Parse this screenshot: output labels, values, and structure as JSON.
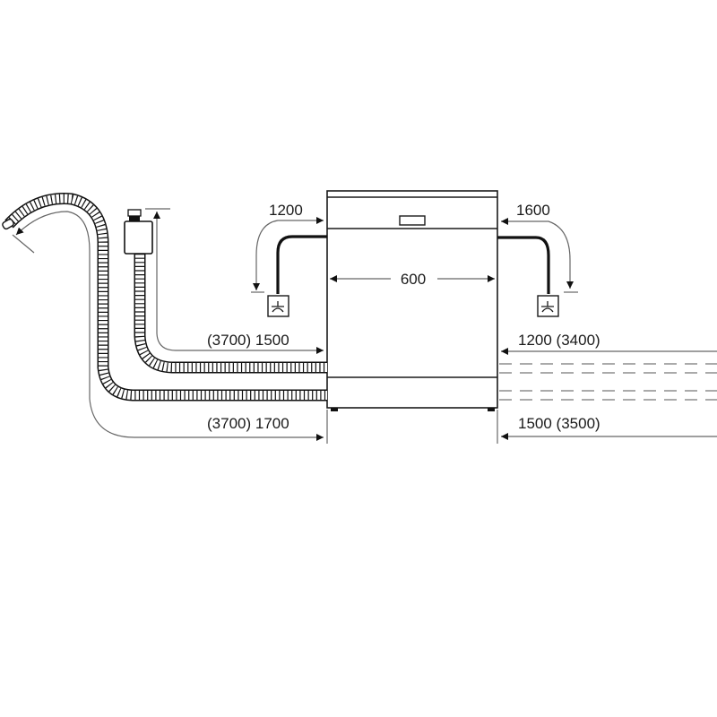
{
  "diagram": {
    "appliance_width": "600",
    "left_socket_distance": "1200",
    "right_socket_distance": "1600",
    "left_inlet_hose": "(3700) 1500",
    "left_drain_hose": "(3700) 1700",
    "right_inlet_hose": "1200 (3400)",
    "right_drain_hose": "1500 (3500)"
  }
}
